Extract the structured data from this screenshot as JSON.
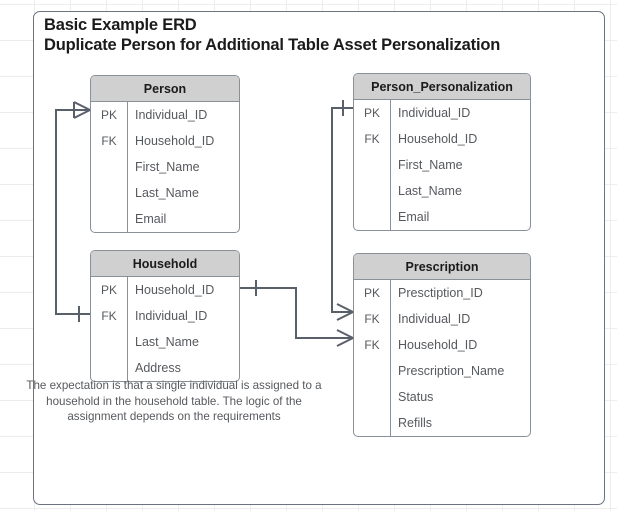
{
  "title": {
    "line1": "Basic Example ERD",
    "line2": "Duplicate Person for Additional Table Asset Personalization"
  },
  "entities": [
    {
      "id": "person",
      "name": "Person",
      "attributes": [
        {
          "key": "PK",
          "name": "Individual_ID"
        },
        {
          "key": "FK",
          "name": "Household_ID"
        },
        {
          "key": "",
          "name": "First_Name"
        },
        {
          "key": "",
          "name": "Last_Name"
        },
        {
          "key": "",
          "name": "Email"
        }
      ]
    },
    {
      "id": "person_personalization",
      "name": "Person_Personalization",
      "attributes": [
        {
          "key": "PK",
          "name": "Individual_ID"
        },
        {
          "key": "FK",
          "name": "Household_ID"
        },
        {
          "key": "",
          "name": "First_Name"
        },
        {
          "key": "",
          "name": "Last_Name"
        },
        {
          "key": "",
          "name": "Email"
        }
      ]
    },
    {
      "id": "household",
      "name": "Household",
      "attributes": [
        {
          "key": "PK",
          "name": "Household_ID"
        },
        {
          "key": "FK",
          "name": "Individual_ID"
        },
        {
          "key": "",
          "name": "Last_Name"
        },
        {
          "key": "",
          "name": "Address"
        }
      ]
    },
    {
      "id": "prescription",
      "name": "Prescription",
      "attributes": [
        {
          "key": "PK",
          "name": "Presctiption_ID"
        },
        {
          "key": "FK",
          "name": "Individual_ID"
        },
        {
          "key": "FK",
          "name": "Household_ID"
        },
        {
          "key": "",
          "name": "Prescription_Name"
        },
        {
          "key": "",
          "name": "Status"
        },
        {
          "key": "",
          "name": "Refills"
        }
      ]
    }
  ],
  "note": "The expectation is that a single individual is assigned to a household in the household table.  The logic of the assignment depends on the requirements",
  "relationships": [
    {
      "id": "household-to-person",
      "from": "household.Individual_ID",
      "to": "person.Individual_ID",
      "from_cardinality": "one",
      "to_cardinality": "many"
    },
    {
      "id": "personalization-to-prescription",
      "from": "person_personalization.Individual_ID",
      "to": "prescription.Individual_ID",
      "from_cardinality": "one",
      "to_cardinality": "many"
    },
    {
      "id": "household-to-prescription",
      "from": "household.Household_ID",
      "to": "prescription.Household_ID",
      "from_cardinality": "one",
      "to_cardinality": "many"
    }
  ],
  "colors": {
    "header_fill": "#d0d0d0",
    "entity_border": "#8a9099",
    "text": "#56595e",
    "title_text": "#1b1b1b",
    "frame_border": "#6b7280",
    "connector": "#5a6069",
    "grid": "#ededed"
  }
}
